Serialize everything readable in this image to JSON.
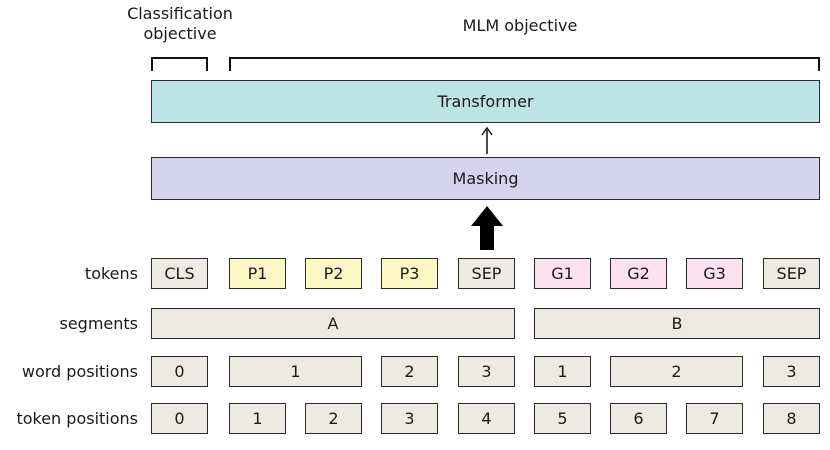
{
  "headers": {
    "classification": "Classification objective",
    "classification_line1": "Classification",
    "classification_line2": "objective",
    "mlm": "MLM objective"
  },
  "layers": {
    "transformer": "Transformer",
    "masking": "Masking"
  },
  "rows": {
    "tokens": {
      "label": "tokens",
      "cells": [
        "CLS",
        "P1",
        "P2",
        "P3",
        "SEP",
        "G1",
        "G2",
        "G3",
        "SEP"
      ]
    },
    "segments": {
      "label": "segments",
      "cells": [
        "A",
        "B"
      ]
    },
    "word_positions": {
      "label": "word positions",
      "cells": [
        "0",
        "1",
        "2",
        "3",
        "1",
        "2",
        "3"
      ]
    },
    "token_positions": {
      "label": "token positions",
      "cells": [
        "0",
        "1",
        "2",
        "3",
        "4",
        "5",
        "6",
        "7",
        "8"
      ]
    }
  },
  "colors": {
    "transformer": "#bde3e6",
    "masking": "#d6d3ec",
    "neutral": "#edebe1",
    "p_token": "#fdf8c4",
    "g_token": "#fbe2ee"
  }
}
